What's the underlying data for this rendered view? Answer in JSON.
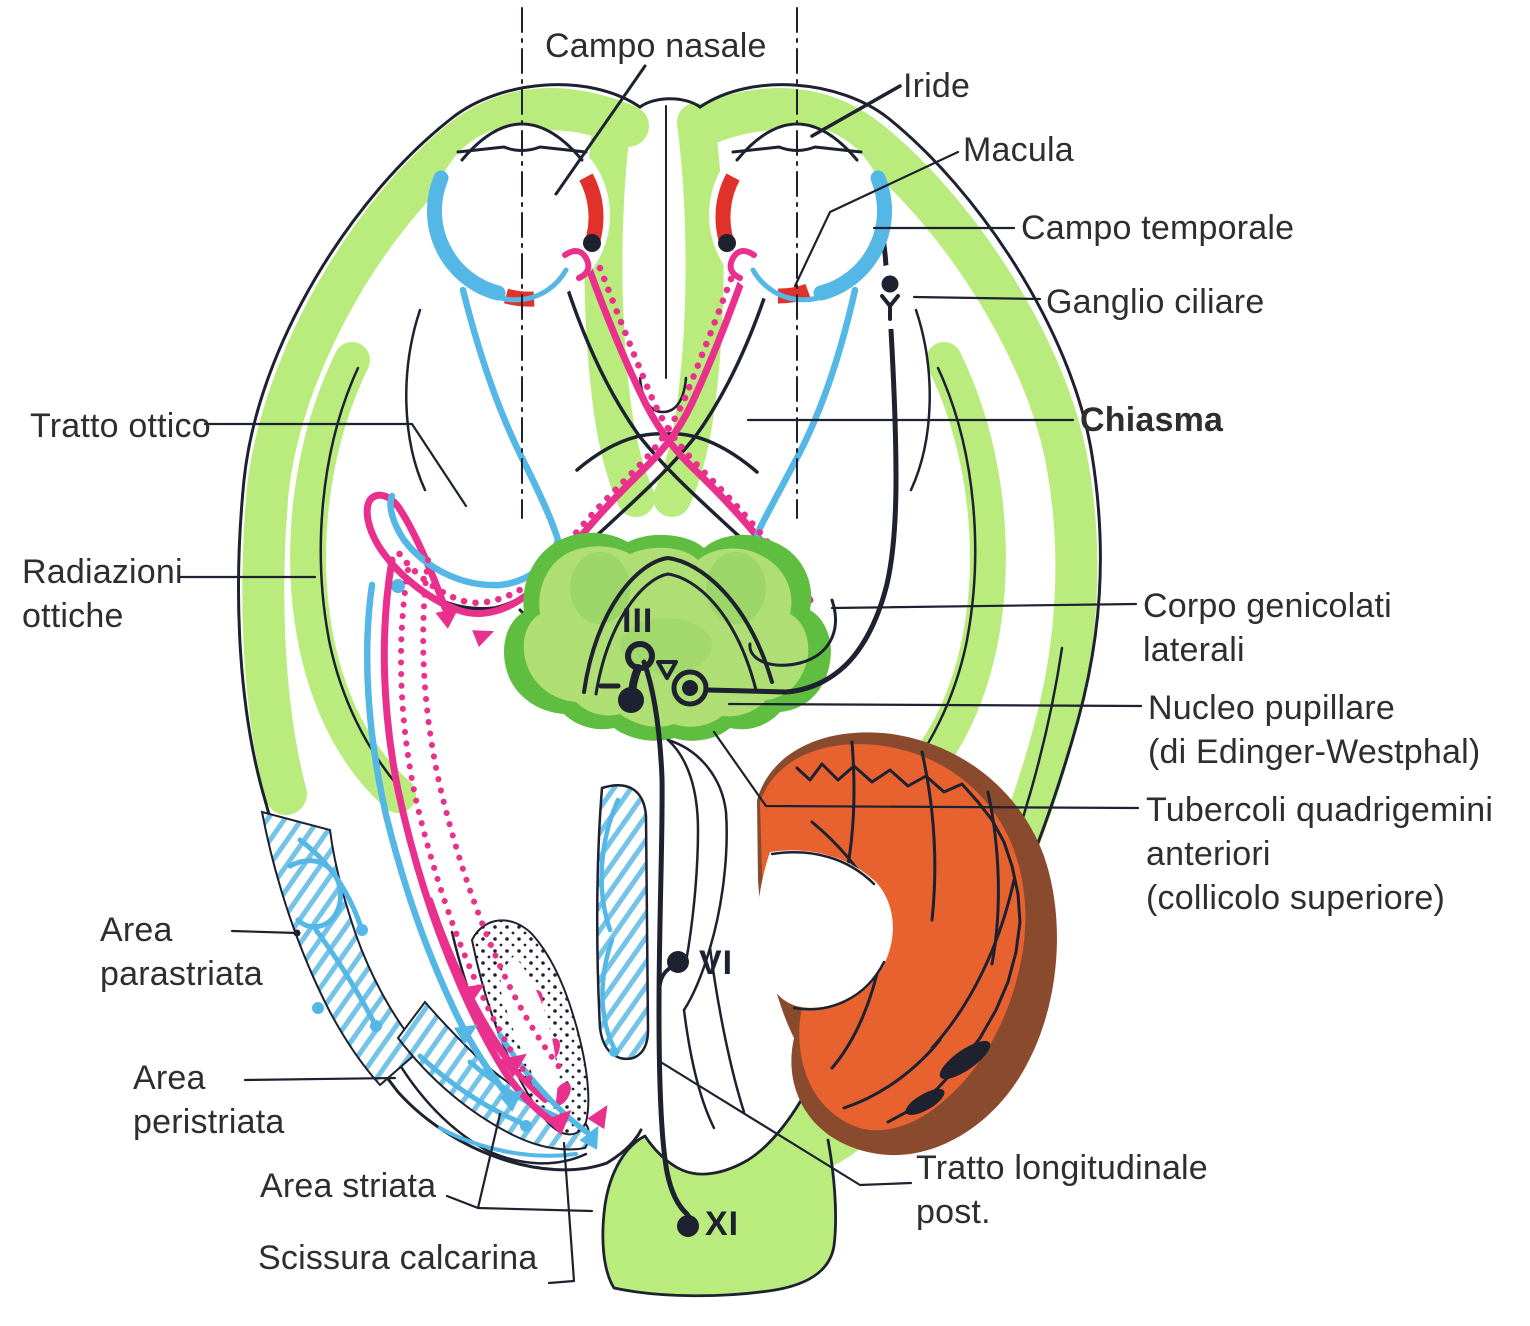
{
  "figure": {
    "type": "anatomical-diagram",
    "subject": "Vie ottiche — sezione assiale dell'encefalo con occhi, chiasma e radiazioni ottiche (etichette in italiano)",
    "labels": {
      "campo_nasale": "Campo nasale",
      "iride": "Iride",
      "macula": "Macula",
      "campo_temporale": "Campo temporale",
      "ganglio_ciliare": "Ganglio ciliare",
      "chiasma": "Chiasma",
      "tratto_ottico": "Tratto ottico",
      "radiazioni_ottiche": "Radiazioni\nottiche",
      "corpo_genicolati": "Corpo genicolati\nlaterali",
      "nucleo_pupillare": "Nucleo pupillare\n(di Edinger-Westphal)",
      "tubercoli_quadrigemini": "Tubercoli quadrigemini\nanteriori\n(collicolo superiore)",
      "area_parastriata": "Area\nparastriata",
      "area_peristriata": "Area\nperistriata",
      "area_striata": "Area striata",
      "scissura_calcarina": "Scissura calcarina",
      "tratto_longitudinale": "Tratto longitudinale\npost.",
      "nucleo_iii": "III",
      "nucleo_vi": "VI",
      "nucleo_xi": "XI"
    },
    "colors": {
      "cortex_green": "#b9ec7d",
      "midbrain_green_fill": "#aede74",
      "midbrain_green_border": "#5fbd3f",
      "pathway_pink": "#e8308c",
      "pathway_blue": "#55b7e6",
      "retina_red": "#e0312a",
      "cerebellum_orange": "#e8622f",
      "cerebellum_brown": "#8a4a2e",
      "outline_black": "#1d2130",
      "label_text": "#2e2e2e"
    }
  }
}
